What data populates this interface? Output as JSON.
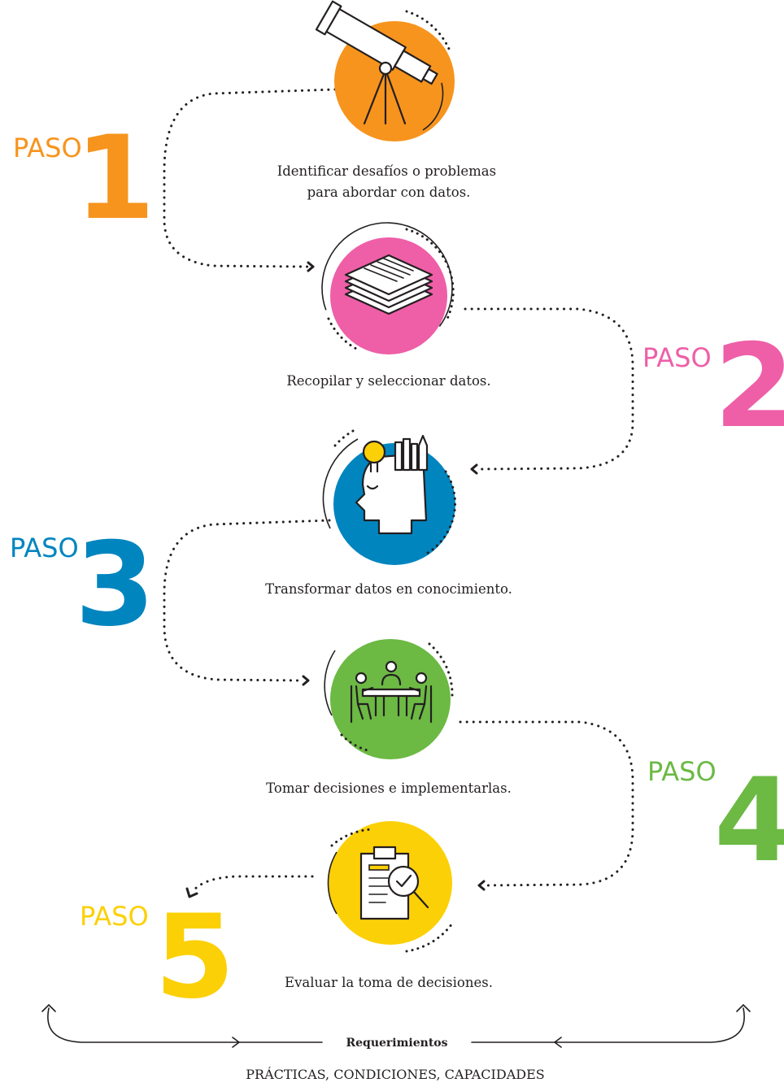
{
  "steps": [
    {
      "paso": "PASO",
      "number": "1",
      "color": "#f7941d",
      "icon": "telescope-icon",
      "caption": [
        "Identificar desafíos o problemas",
        "para abordar con datos."
      ]
    },
    {
      "paso": "PASO",
      "number": "2",
      "color": "#ee5fa7",
      "icon": "document-stack-icon",
      "caption": [
        "Recopilar y seleccionar datos."
      ]
    },
    {
      "paso": "PASO",
      "number": "3",
      "color": "#0085bf",
      "icon": "head-lightbulb-icon",
      "caption": [
        "Transformar datos en conocimiento."
      ]
    },
    {
      "paso": "PASO",
      "number": "4",
      "color": "#6cb944",
      "icon": "meeting-table-icon",
      "caption": [
        "Tomar decisiones e implementarlas."
      ]
    },
    {
      "paso": "PASO",
      "number": "5",
      "color": "#fcd006",
      "icon": "clipboard-magnifier-icon",
      "caption": [
        "Evaluar la toma de decisiones."
      ]
    }
  ],
  "requirements": {
    "title": "Requerimientos",
    "subtitle": "PRÁCTICAS, CONDICIONES, CAPACIDADES"
  }
}
